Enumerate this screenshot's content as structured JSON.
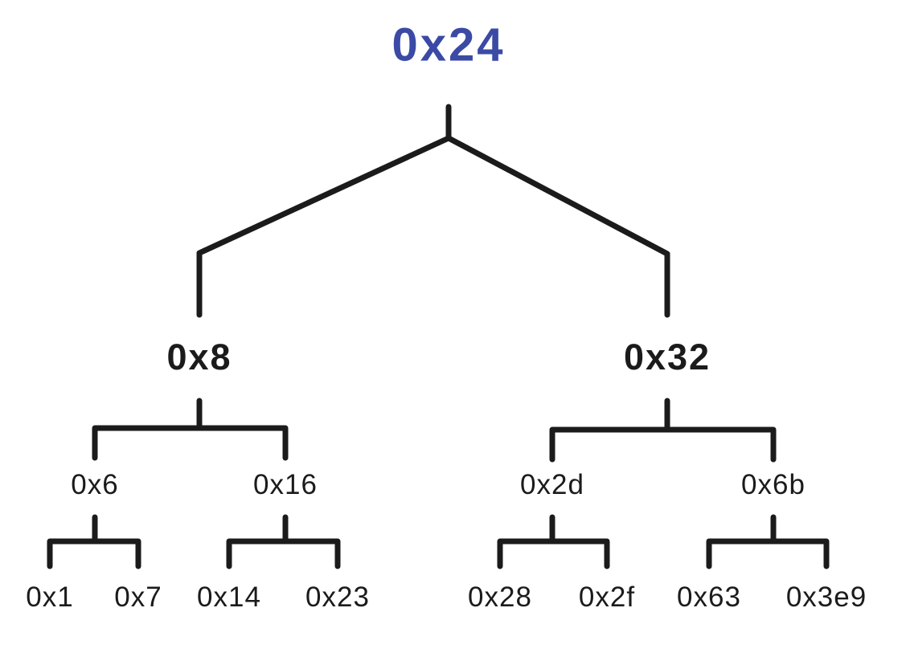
{
  "colors": {
    "background": "#ffffff",
    "root_text": "#3A4AA5",
    "node_text": "#1b1b1b",
    "line": "#1b1b1b"
  },
  "tree": {
    "label": "0x24",
    "children": [
      {
        "label": "0x8",
        "children": [
          {
            "label": "0x6",
            "children": [
              {
                "label": "0x1"
              },
              {
                "label": "0x7"
              }
            ]
          },
          {
            "label": "0x16",
            "children": [
              {
                "label": "0x14"
              },
              {
                "label": "0x23"
              }
            ]
          }
        ]
      },
      {
        "label": "0x32",
        "children": [
          {
            "label": "0x2d",
            "children": [
              {
                "label": "0x28"
              },
              {
                "label": "0x2f"
              }
            ]
          },
          {
            "label": "0x6b",
            "children": [
              {
                "label": "0x63"
              },
              {
                "label": "0x3e9"
              }
            ]
          }
        ]
      }
    ]
  }
}
